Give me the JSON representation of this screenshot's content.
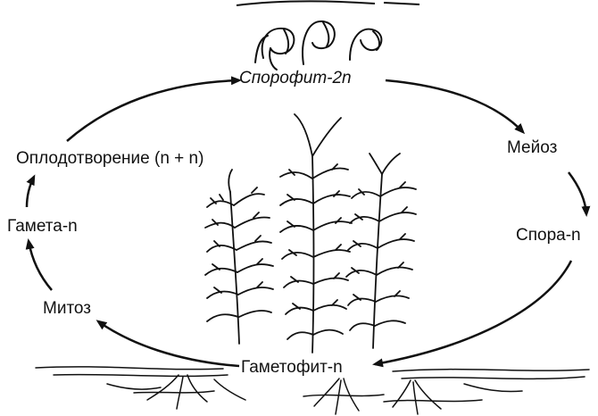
{
  "diagram": {
    "header_partial": "…",
    "stages": {
      "sporophyte": "Спорофит-2n",
      "meiosis": "Мейоз",
      "spore": "Спора-n",
      "gametophyte": "Гаметофит-n",
      "mitosis": "Митоз",
      "gamete": "Гамета-n",
      "fertilization": "Оплодотворение (n + n)"
    }
  },
  "colors": {
    "ink": "#111111",
    "background": "#ffffff"
  }
}
